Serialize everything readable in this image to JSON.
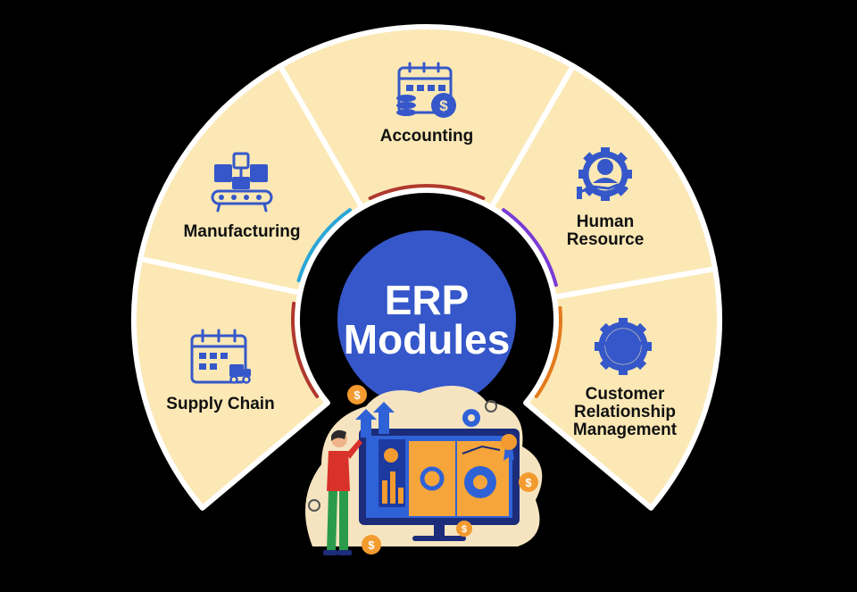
{
  "center": {
    "line1": "ERP",
    "line2": "Modules"
  },
  "modules": [
    {
      "label_lines": [
        "Supply Chain"
      ],
      "icon": "calendar-truck-icon",
      "accent": "#b0392e"
    },
    {
      "label_lines": [
        "Manufacturing"
      ],
      "icon": "conveyor-boxes-icon",
      "accent": "#2aa6d8"
    },
    {
      "label_lines": [
        "Accounting"
      ],
      "icon": "calendar-coins-icon",
      "accent": "#b0392e"
    },
    {
      "label_lines": [
        "Human",
        "Resource"
      ],
      "icon": "gear-person-icon",
      "accent": "#7a3bd6"
    },
    {
      "label_lines": [
        "Customer",
        "Relationship",
        "Management"
      ],
      "icon": "gear-handshake-icon",
      "accent": "#e27a1d"
    }
  ],
  "colors": {
    "segment": "#fbe8b5",
    "center": "#3557c9",
    "icon": "#3557c9",
    "background": "#000000"
  },
  "illustration": "person-with-dashboard-monitor"
}
